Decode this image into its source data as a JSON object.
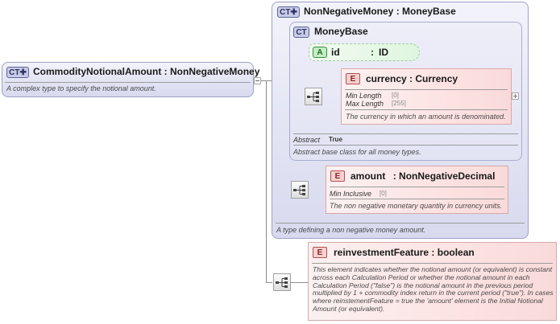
{
  "root": {
    "badge": "CT",
    "name": "CommodityNotionalAmount",
    "separator": ":",
    "type": "NonNegativeMoney",
    "description": "A complex type to specify the notional amount."
  },
  "non_negative_money": {
    "badge": "CT",
    "name": "NonNegativeMoney",
    "separator": ":",
    "type": "MoneyBase",
    "description": "A type defining a non negative money amount."
  },
  "money_base": {
    "badge": "CT",
    "name": "MoneyBase",
    "abstract_label": "Abstract",
    "abstract_value": "True",
    "description": "Abstract base class for all money types."
  },
  "id_attribute": {
    "badge": "A",
    "name": "id",
    "separator": ":",
    "type": "ID"
  },
  "currency": {
    "badge": "E",
    "name": "currency",
    "separator": ":",
    "type": "Currency",
    "facets": [
      {
        "label": "Min Length",
        "value": "[0]"
      },
      {
        "label": "Max Length",
        "value": "[255]"
      }
    ],
    "description": "The currency in which an amount is denominated."
  },
  "amount": {
    "badge": "E",
    "name": "amount",
    "separator": ":",
    "type": "NonNegativeDecimal",
    "facets": [
      {
        "label": "Min Inclusive",
        "value": "[0]"
      }
    ],
    "description": "The non negative monetary quantity in currency units."
  },
  "reinvestment_feature": {
    "badge": "E",
    "name": "reinvestmentFeature",
    "separator": ":",
    "type": "boolean",
    "description": "This element indicates whether the notional amount (or equivalent) is constant across each Calculation Period or whether the notional amount in each Calculation Period (\"false\") is the notional amount in the previous period multiplied by 1 + commodity index return in the current period (\"true\"). In cases where reinstementFeature = true the 'amount' element is the Initial Notional Amount (or equivalent)."
  },
  "colors": {
    "complex_type_fill": "#e3e4f3",
    "element_fill": "#fde3e3",
    "attribute_fill": "#dff5df",
    "connector": "#8c8c8c"
  }
}
